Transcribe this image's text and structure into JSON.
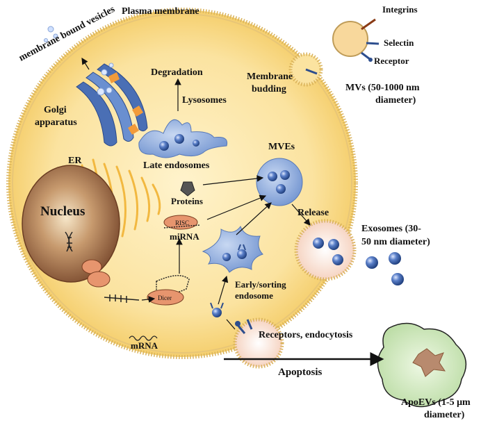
{
  "labels": {
    "plasma_membrane": "Plasma membrane",
    "membrane_bound_vesicles": "membrane bound vesicles",
    "integrins": "Integrins",
    "selectin": "Selectin",
    "receptor": "Receptor",
    "membrane_budding_1": "Membrane",
    "membrane_budding_2": "budding",
    "mvs_1": "MVs (50-1000 nm",
    "mvs_2": "diameter)",
    "golgi_1": "Golgi",
    "golgi_2": "apparatus",
    "degradation": "Degradation",
    "lysosomes": "Lysosomes",
    "late_endosomes": "Late endosomes",
    "er": "ER",
    "mves": "MVEs",
    "nucleus": "Nucleus",
    "proteins": "Proteins",
    "release": "Release",
    "risc": "RISC",
    "mirna": "miRNA",
    "exosomes_1": "Exosomes (30-",
    "exosomes_2": "50 nm diameter)",
    "early_sorting_1": "Early/sorting",
    "early_sorting_2": "endosome",
    "dicer": "Dicer",
    "mrna": "mRNA",
    "receptors_endocytosis": "Receptors, endocytosis",
    "apoptosis": "Apoptosis",
    "apoevs_1": "ApoEVs (1-5 μm",
    "apoevs_2": "diameter)"
  },
  "colors": {
    "cytoplasm": "#fbe6a0",
    "membrane_head": "#f4d27a",
    "nucleus": "#8a5a3a",
    "er": "#f2b840",
    "golgi": "#4a6fb5",
    "endosome": "#6e90cc",
    "vesicle": "#2d4e8e",
    "apoptotic_body": "#cfe8c0",
    "mirna_enzyme": "#e7956e"
  }
}
